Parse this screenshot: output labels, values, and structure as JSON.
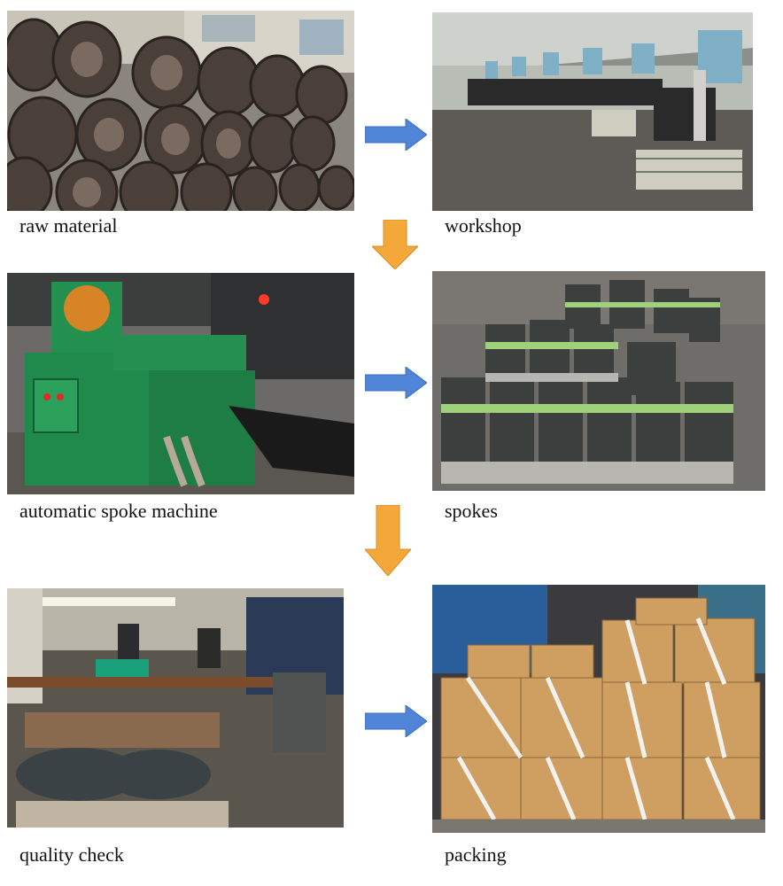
{
  "steps": [
    {
      "id": "raw",
      "label": "raw material",
      "image": "steel wire coils photo"
    },
    {
      "id": "workshop",
      "label": "workshop",
      "image": "factory workshop photo"
    },
    {
      "id": "machine",
      "label": "automatic spoke machine",
      "image": "green spoke machine photo"
    },
    {
      "id": "spokes",
      "label": "spokes",
      "image": "bundled spokes photo"
    },
    {
      "id": "qc",
      "label": "quality check",
      "image": "workers inspecting spokes photo"
    },
    {
      "id": "packing",
      "label": "packing",
      "image": "stacked cartons photo"
    }
  ],
  "arrows": {
    "horizontal_color": "#4f84d6",
    "vertical_color": "#f5a83a",
    "icons": [
      "arrow-right-icon",
      "arrow-down-icon"
    ]
  }
}
